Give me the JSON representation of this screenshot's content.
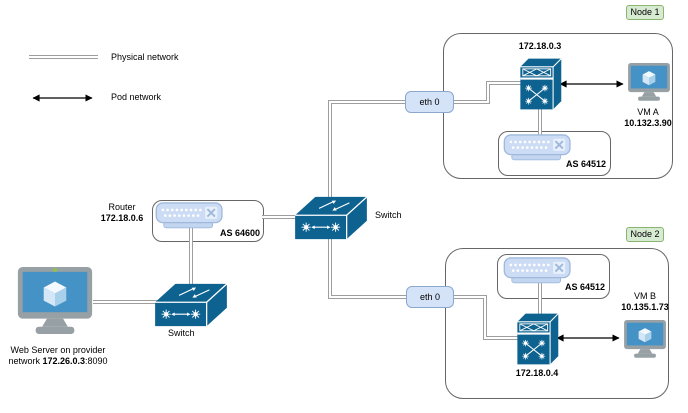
{
  "legend": {
    "physical_label": "Physical network",
    "pod_label": "Pod network"
  },
  "provider": {
    "router_title": "Router",
    "router_ip": "172.18.0.6",
    "router_as_label": "AS 64600",
    "central_switch_label": "Switch",
    "edge_switch_label": "Switch",
    "webserver_caption_line1": "Web Server on provider",
    "webserver_caption_prefix": "network ",
    "webserver_ip": "172.26.0.3",
    "webserver_port": ":8090"
  },
  "node1": {
    "badge_label": "Node 1",
    "eth_label": "eth 0",
    "router_ip": "172.18.0.3",
    "as_label": "AS 64512",
    "vm_name": "VM A",
    "vm_ip": "10.132.3.90"
  },
  "node2": {
    "badge_label": "Node 2",
    "eth_label": "eth 0",
    "router_ip": "172.18.0.4",
    "as_label": "AS 64512",
    "vm_name": "VM B",
    "vm_ip": "10.135.1.73"
  },
  "icons": {
    "appliance": "router-appliance-icon",
    "multilayer_switch": "multilayer-switch-icon",
    "workgroup_switch": "workgroup-switch-icon",
    "monitor": "vm-monitor-icon",
    "power_led": "power-led-icon"
  },
  "colors": {
    "cisco_blue": "#0e6290",
    "appliance_fill": "#ccdcf4",
    "appliance_stroke": "#9fb8dc",
    "eth_badge_fill": "#d5e3f8",
    "eth_badge_stroke": "#8ba7cc",
    "node_badge_fill": "#d7ead2",
    "node_badge_stroke": "#8ab56e",
    "container_stroke": "#666666",
    "connector_gray": "#9e9e9e",
    "monitor_screen_blue": "#4592c6"
  }
}
